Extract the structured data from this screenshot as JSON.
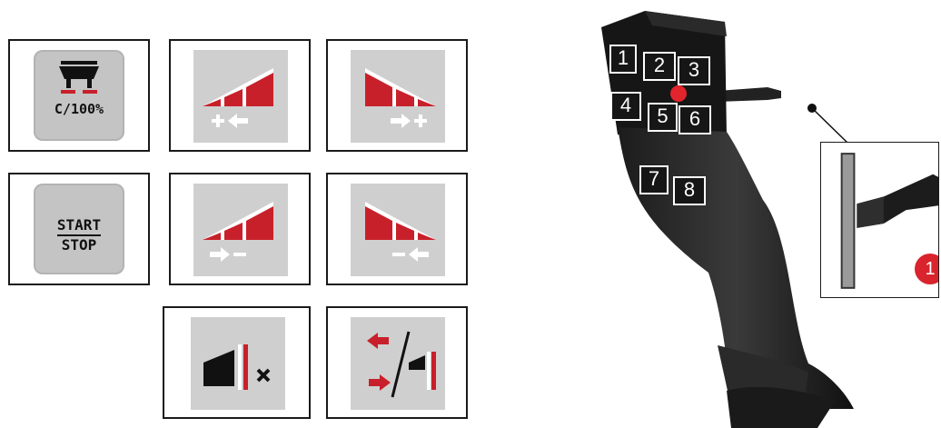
{
  "buttons": {
    "c100": {
      "label": "C/100%"
    },
    "start_stop": {
      "top": "START",
      "bottom": "STOP"
    }
  },
  "joystick": {
    "keys": [
      "1",
      "2",
      "3",
      "4",
      "5",
      "6",
      "7",
      "8"
    ],
    "callout": "1"
  },
  "colors": {
    "accent_red": "#c8202a",
    "tile_gray": "#cfcfcf"
  },
  "icons": [
    "spreader-icon",
    "increase-left-icon",
    "increase-right-icon",
    "decrease-left-icon",
    "decrease-right-icon",
    "section-off-icon",
    "toggle-side-icon"
  ]
}
